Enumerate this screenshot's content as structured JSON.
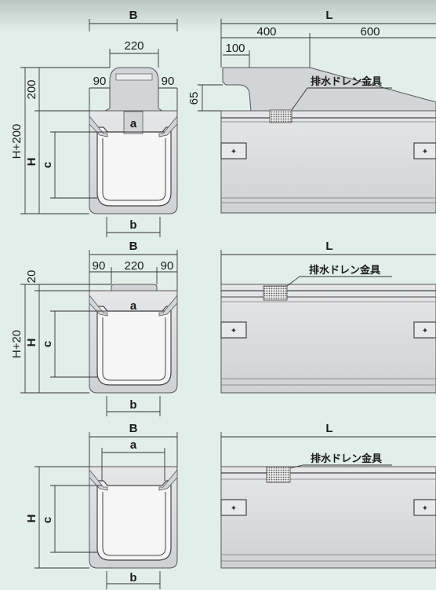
{
  "top": {
    "section": {
      "B": "B",
      "w220": "220",
      "w90_left": "90",
      "w90_right": "90",
      "h200": "200",
      "hH200": "H+200",
      "hH": "H",
      "c": "c",
      "a": "a",
      "b": "b"
    },
    "side": {
      "L": "L",
      "l400": "400",
      "l600": "600",
      "l100": "100",
      "h65": "65",
      "drain": "排水ドレン金具"
    }
  },
  "middle": {
    "section": {
      "B": "B",
      "w90_left": "90",
      "w220": "220",
      "w90_right": "90",
      "h20": "20",
      "hH20": "H+20",
      "hH": "H",
      "c": "c",
      "a": "a",
      "b": "b"
    },
    "side": {
      "L": "L",
      "drain": "排水ドレン金具"
    }
  },
  "bottom": {
    "section": {
      "B": "B",
      "a": "a",
      "hH": "H",
      "c": "c",
      "b": "b"
    },
    "side": {
      "L": "L",
      "drain": "排水ドレン金具"
    }
  },
  "colors": {
    "background": "#e2eeea",
    "concrete": "#d9dadc",
    "concrete_dark": "#bfc1c4",
    "line": "#333333",
    "mesh": "#7a7a7a"
  }
}
